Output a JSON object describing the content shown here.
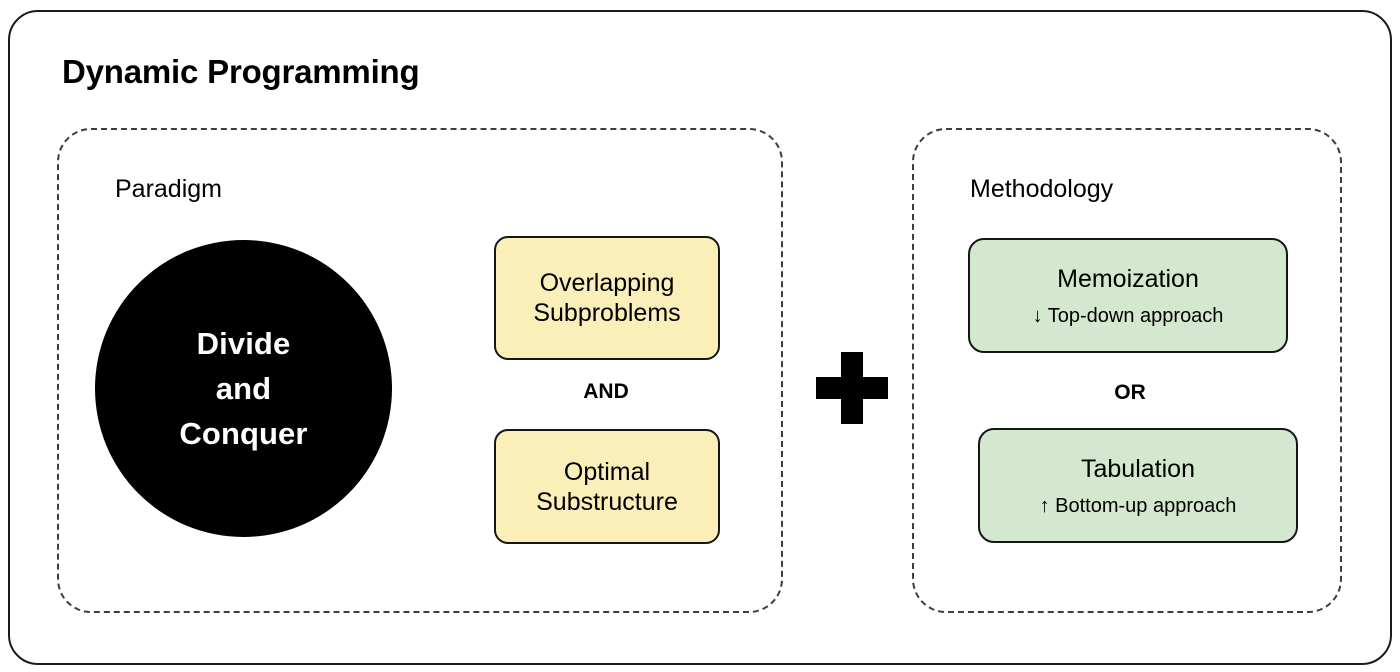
{
  "diagram": {
    "title": "Dynamic Programming",
    "groups": [
      {
        "label": "Paradigm",
        "core": {
          "line1": "Divide",
          "line2": "and",
          "line3": "Conquer"
        },
        "connector": "AND",
        "requirements": [
          {
            "title_line1": "Overlapping",
            "title_line2": "Subproblems"
          },
          {
            "title_line1": "Optimal",
            "title_line2": "Substructure"
          }
        ]
      },
      {
        "label": "Methodology",
        "connector": "OR",
        "options": [
          {
            "title": "Memoization",
            "subtitle": "↓ Top-down approach",
            "arrow_icon": "arrow-down-icon"
          },
          {
            "title": "Tabulation",
            "subtitle": "↑ Bottom-up approach",
            "arrow_icon": "arrow-up-icon"
          }
        ]
      }
    ],
    "combinator": "+",
    "colors": {
      "requirement_fill": "#faeeb9",
      "option_fill": "#d4e8d0",
      "core_fill": "#000000",
      "core_text": "#ffffff",
      "border": "#161616",
      "panel_border": "#3c3c41",
      "background": "#ffffff"
    }
  }
}
